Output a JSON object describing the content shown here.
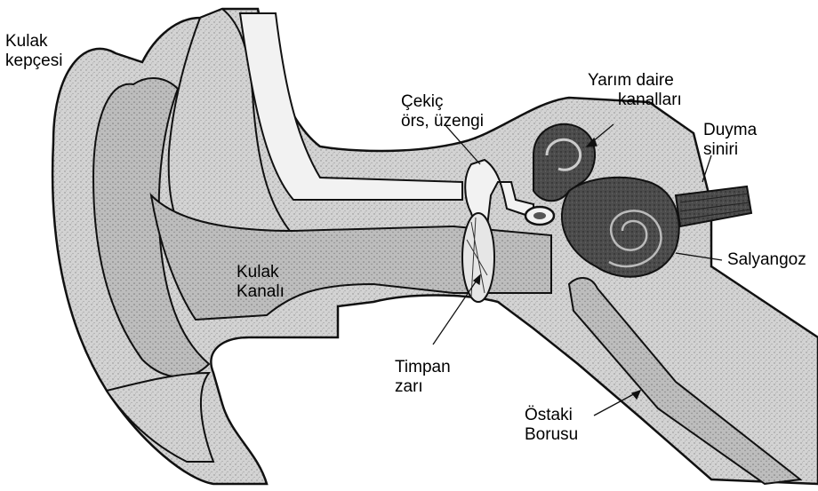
{
  "labels": {
    "kulak_kepcesi": [
      "Kulak",
      "kepçesi"
    ],
    "cekic": [
      "Çekiç",
      "örs, üzengi"
    ],
    "yarim_daire": [
      "Yarım daire",
      "kanalları"
    ],
    "duyma_siniri": [
      "Duyma",
      "siniri"
    ],
    "salyangoz": [
      "Salyangoz"
    ],
    "kulak_kanali": [
      "Kulak",
      "Kanalı"
    ],
    "timpan_zari": [
      "Timpan",
      "zarı"
    ],
    "ostaki_borusu": [
      "Östaki",
      "Borusu"
    ]
  },
  "colors": {
    "skin_fill": "#cfcfcf",
    "canal_fill": "#b9b9b9",
    "inner_dark": "#4a4a4a",
    "bone_fill": "#f2f2f2",
    "outline": "#111111"
  }
}
